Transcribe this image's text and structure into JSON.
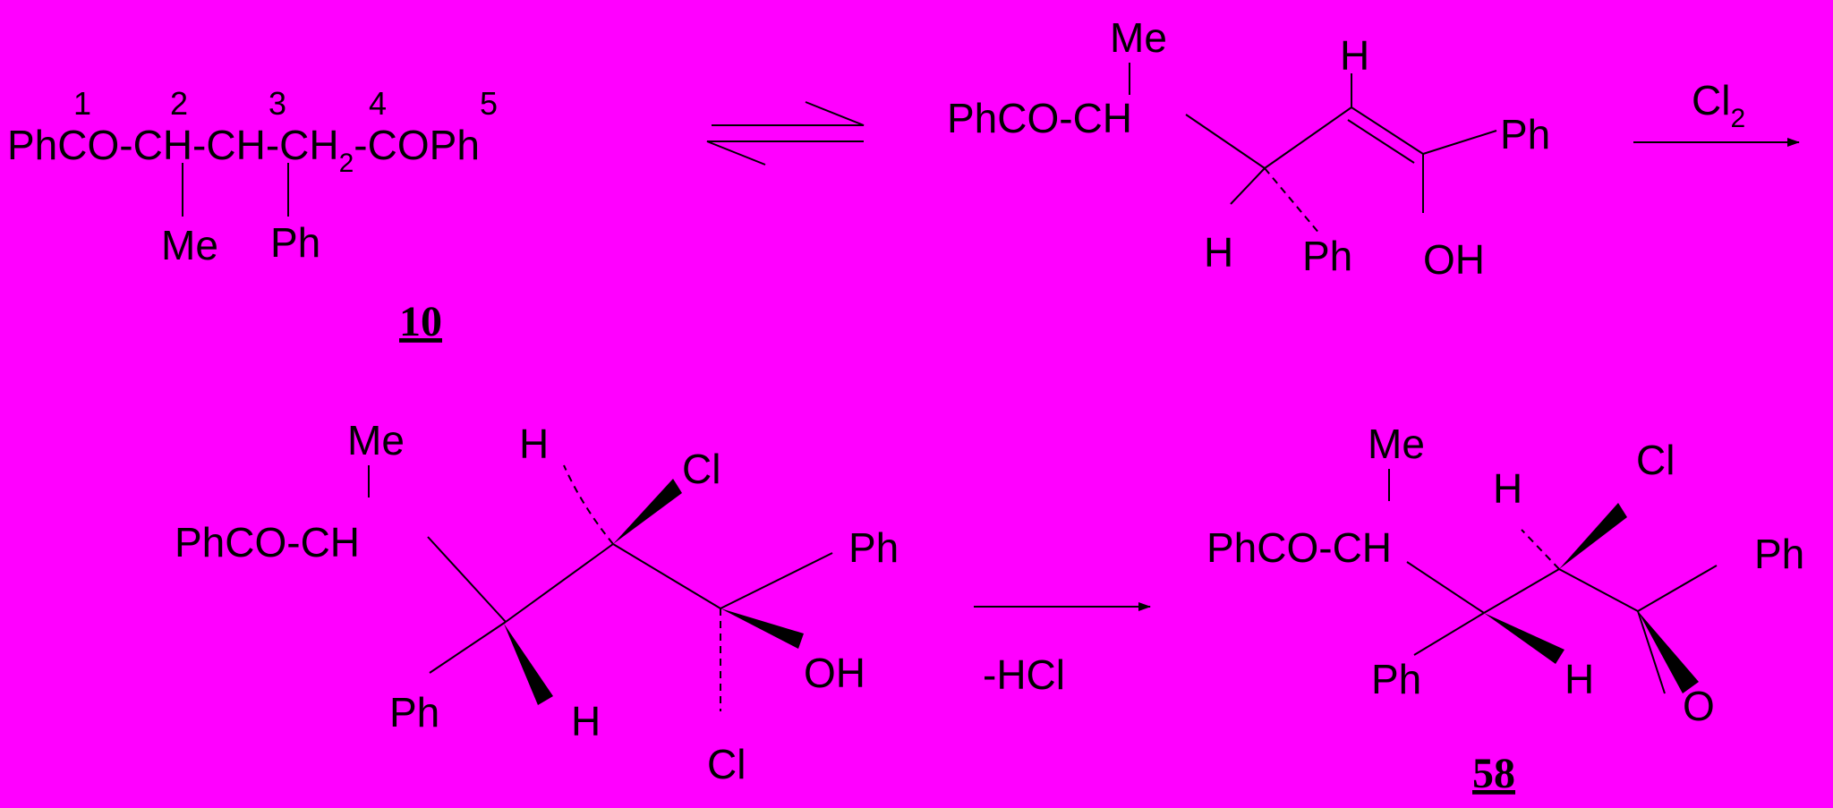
{
  "colors": {
    "background": "#ff00ff",
    "ink": "#000000"
  },
  "compound_10": {
    "number": "10",
    "chain": {
      "p1": "PhCO-",
      "c2": "C",
      "p2": "H-",
      "c3": "C",
      "p3": "H-",
      "p4": "CH",
      "sub2": "2",
      "p5": "-",
      "c5": "C",
      "p6": "OPh"
    },
    "locants": [
      "1",
      "2",
      "3",
      "4",
      "5"
    ],
    "substituents": {
      "me": "Me",
      "ph": "Ph"
    }
  },
  "enol": {
    "phcoch": "PhCO-CH",
    "me": "Me",
    "h_top": "H",
    "ph_right": "Ph",
    "h_left": "H",
    "ph_bottom": "Ph",
    "oh": "OH"
  },
  "step1": {
    "reagent_base": "Cl",
    "reagent_sub": "2"
  },
  "chlorohydrin": {
    "me": "Me",
    "phcoch": "PhCO-CH",
    "h_top": "H",
    "cl_top": "Cl",
    "ph_right": "Ph",
    "oh": "OH",
    "cl_bottom": "Cl",
    "ph_left": "Ph",
    "h_bottom": "H"
  },
  "step2": {
    "reagent": "-HCl"
  },
  "epoxide_58": {
    "number": "58",
    "me": "Me",
    "phcoch": "PhCO-CH",
    "h_top": "H",
    "cl_top": "Cl",
    "ph_right": "Ph",
    "ph_left": "Ph",
    "h_bottom": "H",
    "o": "O"
  }
}
